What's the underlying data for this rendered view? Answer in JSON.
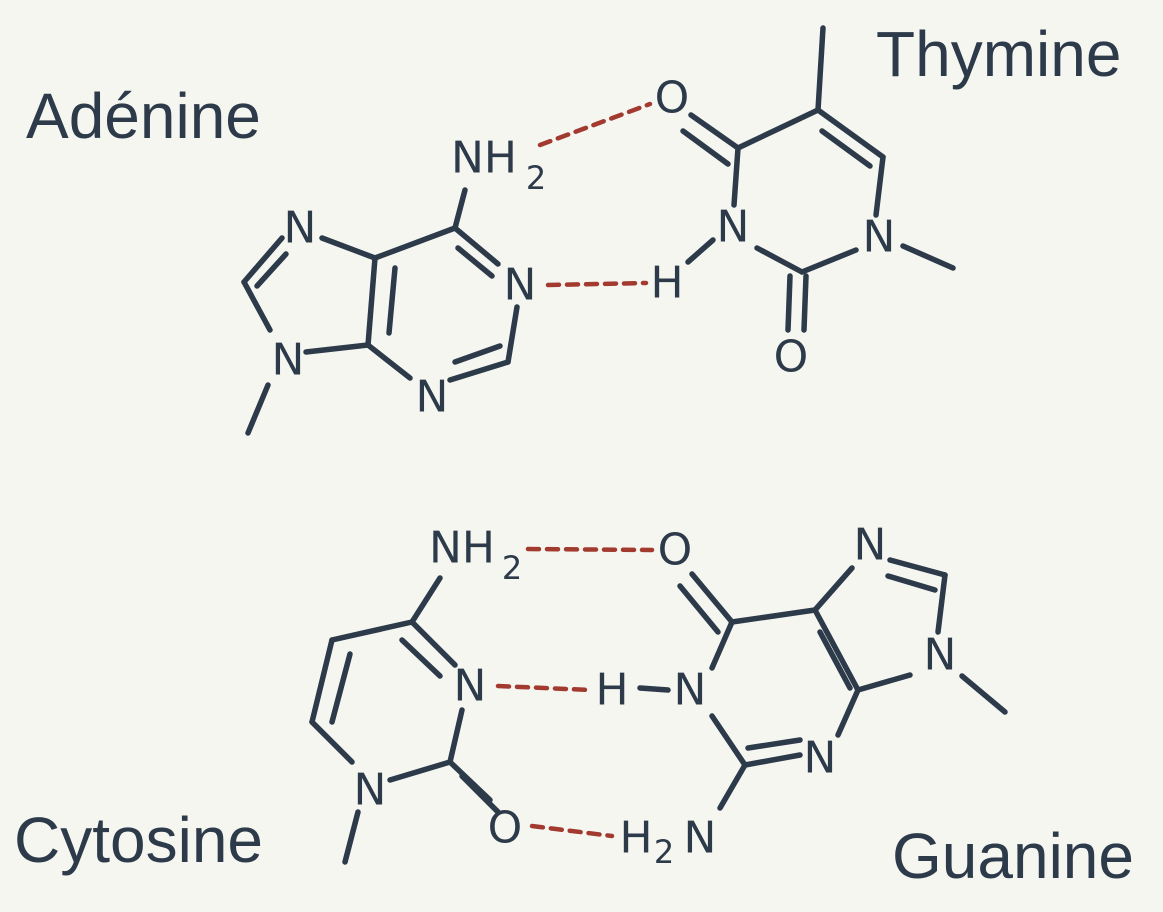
{
  "names": {
    "adenine": "Adénine",
    "thymine": "Thymine",
    "cytosine": "Cytosine",
    "guanine": "Guanine"
  },
  "atoms": {
    "N": "N",
    "O": "O",
    "H": "H",
    "NH": "NH",
    "H2": "H",
    "two": "2"
  },
  "colors": {
    "bond": "#2c3a4a",
    "hydrogen_bond": "#a23a30",
    "background": "#f6f6f1"
  }
}
